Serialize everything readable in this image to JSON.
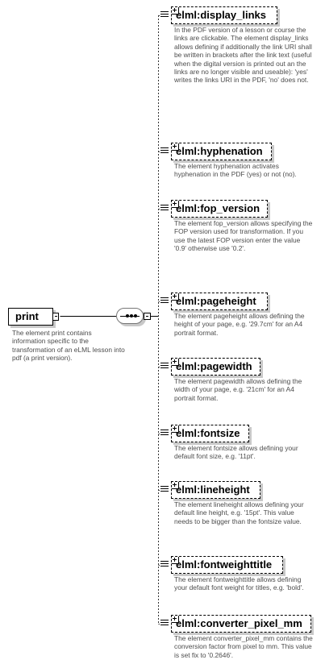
{
  "root": {
    "name": "print",
    "description": "The element print contains information specific to the transformation of an eLML lesson into pdf (a print version)."
  },
  "elements": [
    {
      "name": "elml:display_links",
      "description": "In the PDF version of a lesson or course the links are clickable. The element display_links allows defining if additionally the link URI shall be written in brackets after the link text (useful when the digital version is printed out an the links are no longer visible and useable): 'yes' writes the links URI in the PDF, 'no' does not."
    },
    {
      "name": "elml:hyphenation",
      "description": "The element hyphenation activates hyphenation in the PDF (yes) or not (no)."
    },
    {
      "name": "elml:fop_version",
      "description": "The element fop_version allows specifying the FOP version used for transformation. If you use the latest FOP version enter the value '0.9' otherwise use '0.2'."
    },
    {
      "name": "elml:pageheight",
      "description": "The element pageheight allows defining the height of your page, e.g. '29.7cm' for an A4 portrait format."
    },
    {
      "name": "elml:pagewidth",
      "description": "The element pagewidth allows defining the width of your page, e.g. '21cm' for an A4 portrait format."
    },
    {
      "name": "elml:fontsize",
      "description": "The element fontsize allows defining your default font size, e.g. '11pt'."
    },
    {
      "name": "elml:lineheight",
      "description": "The element lineheight allows defining your default line height, e.g. '15pt'. This value needs to be bigger than the fontsize value."
    },
    {
      "name": "elml:fontweighttitle",
      "description": "The element fontweighttitle allows defining your default font weight for titles, e.g. 'bold'."
    },
    {
      "name": "elml:converter_pixel_mm",
      "description": "The element converter_pixel_mm contains the conversion factor from pixel to mm. This value is set fix to '0.2646'."
    }
  ]
}
